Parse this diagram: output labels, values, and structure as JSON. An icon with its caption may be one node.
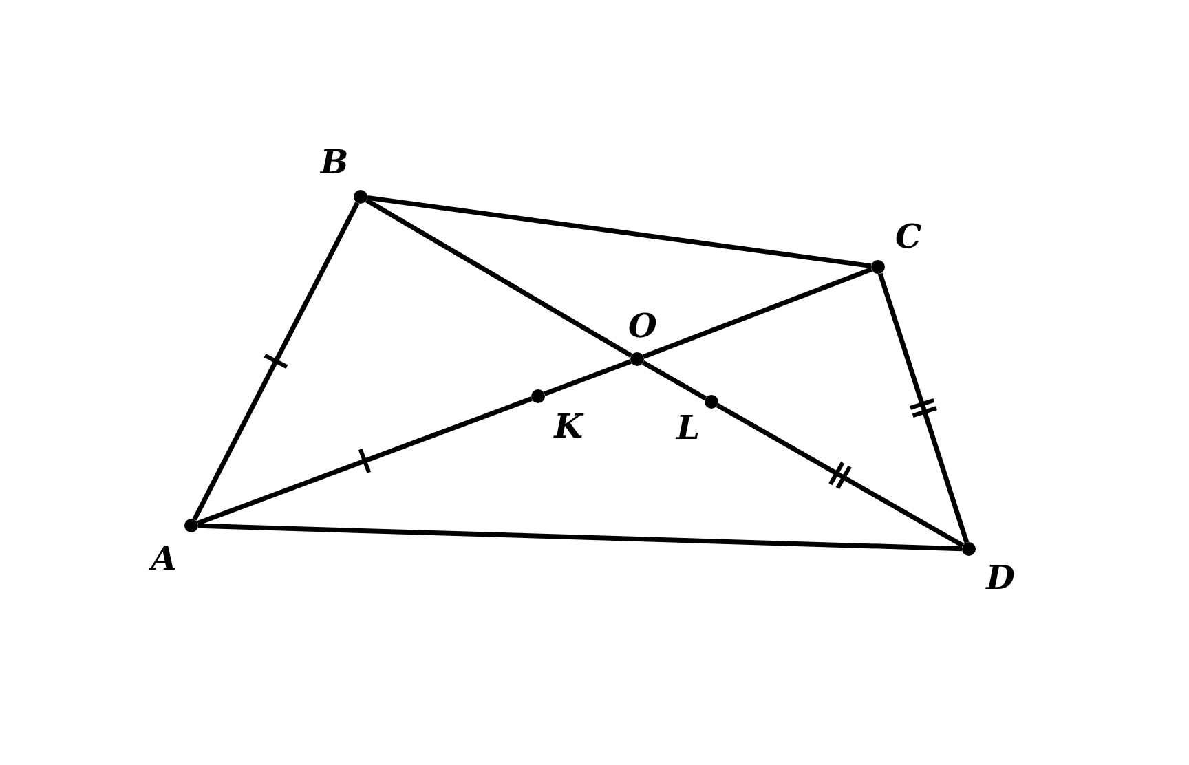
{
  "diagram": {
    "nodes": [
      {
        "text": [],
        "shape": "circle",
        "beside": [
          "A"
        ]
      },
      {
        "text": [],
        "shape": "circle",
        "beside": [
          "B"
        ]
      },
      {
        "text": [],
        "shape": "circle",
        "beside": [
          "C"
        ]
      },
      {
        "text": [],
        "shape": "circle",
        "beside": [
          "D"
        ]
      },
      {
        "text": [],
        "shape": "circle",
        "beside": [
          "O"
        ]
      },
      {
        "text": [],
        "shape": "circle",
        "beside": [
          "K"
        ]
      },
      {
        "text": [],
        "shape": "circle",
        "beside": [
          "L"
        ]
      }
    ],
    "edges": [
      {
        "from": 0,
        "to": 1,
        "arrow": "none"
      },
      {
        "from": 1,
        "to": 2,
        "arrow": "none"
      },
      {
        "from": 2,
        "to": 3,
        "arrow": "none"
      },
      {
        "from": 3,
        "to": 0,
        "arrow": "none"
      },
      {
        "from": 0,
        "to": 5,
        "arrow": "none"
      },
      {
        "from": 5,
        "to": 4,
        "arrow": "none"
      },
      {
        "from": 4,
        "to": 2,
        "arrow": "none"
      },
      {
        "from": 1,
        "to": 4,
        "arrow": "none"
      },
      {
        "from": 4,
        "to": 6,
        "arrow": "none"
      },
      {
        "from": 6,
        "to": 3,
        "arrow": "none"
      }
    ]
  }
}
